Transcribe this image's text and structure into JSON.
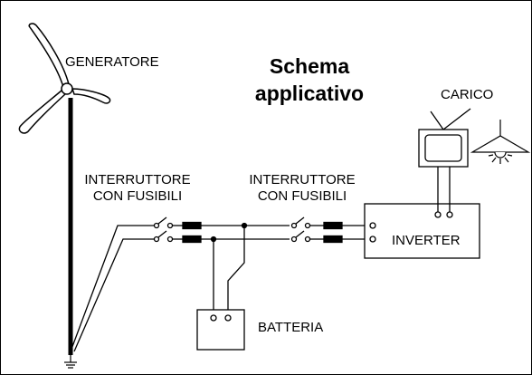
{
  "title": {
    "line1": "Schema",
    "line2": "applicativo"
  },
  "labels": {
    "generator": "GENERATORE",
    "switch1_line1": "INTERRUTTORE",
    "switch1_line2": "CON FUSIBILI",
    "switch2_line1": "INTERRUTTORE",
    "switch2_line2": "CON FUSIBILI",
    "load": "CARICO",
    "inverter": "INVERTER",
    "battery": "BATTERIA"
  },
  "colors": {
    "line": "#000000",
    "background": "#ffffff"
  },
  "icons": [
    "wind-turbine-icon",
    "tv-icon",
    "lamp-icon",
    "ground-icon",
    "switch-icon",
    "fuse-icon"
  ]
}
